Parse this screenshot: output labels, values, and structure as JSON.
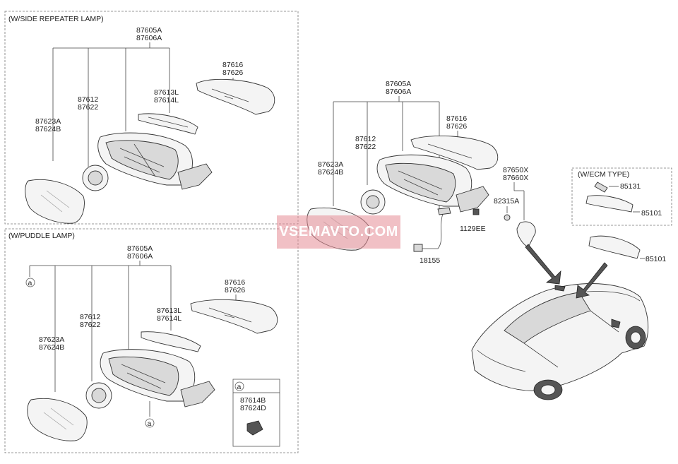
{
  "boxes": {
    "side_repeater": {
      "title": "(W/SIDE REPEATER LAMP)"
    },
    "puddle": {
      "title": "(W/PUDDLE LAMP)"
    },
    "ecm": {
      "title": "(W/ECM TYPE)"
    },
    "callout_a": {
      "letter": "a",
      "labels": [
        "87614B",
        "87624D"
      ]
    }
  },
  "parts": {
    "top_left": {
      "housing": [
        "87605A",
        "87606A"
      ],
      "cover": [
        "87616",
        "87626"
      ],
      "repeater": [
        "87613L",
        "87614L"
      ],
      "actuator": [
        "87612",
        "87622"
      ],
      "glass": [
        "87623A",
        "87624B"
      ]
    },
    "bottom_left": {
      "housing": [
        "87605A",
        "87606A"
      ],
      "cover": [
        "87616",
        "87626"
      ],
      "repeater": [
        "87613L",
        "87614L"
      ],
      "actuator": [
        "87612",
        "87622"
      ],
      "glass": [
        "87623A",
        "87624B"
      ],
      "callout_marker": "a"
    },
    "middle": {
      "housing": [
        "87605A",
        "87606A"
      ],
      "cover": [
        "87616",
        "87626"
      ],
      "actuator": [
        "87612",
        "87622"
      ],
      "glass": [
        "87623A",
        "87624B"
      ],
      "harness": "18155",
      "screw": "1129EE",
      "triangle_cover": [
        "87650X",
        "87660X"
      ],
      "clip": "82315A"
    },
    "ecm": {
      "cover": "85131",
      "mirror": "85101"
    },
    "inside_mirror": "85101"
  },
  "watermark": "VSEMAVTO.COM"
}
